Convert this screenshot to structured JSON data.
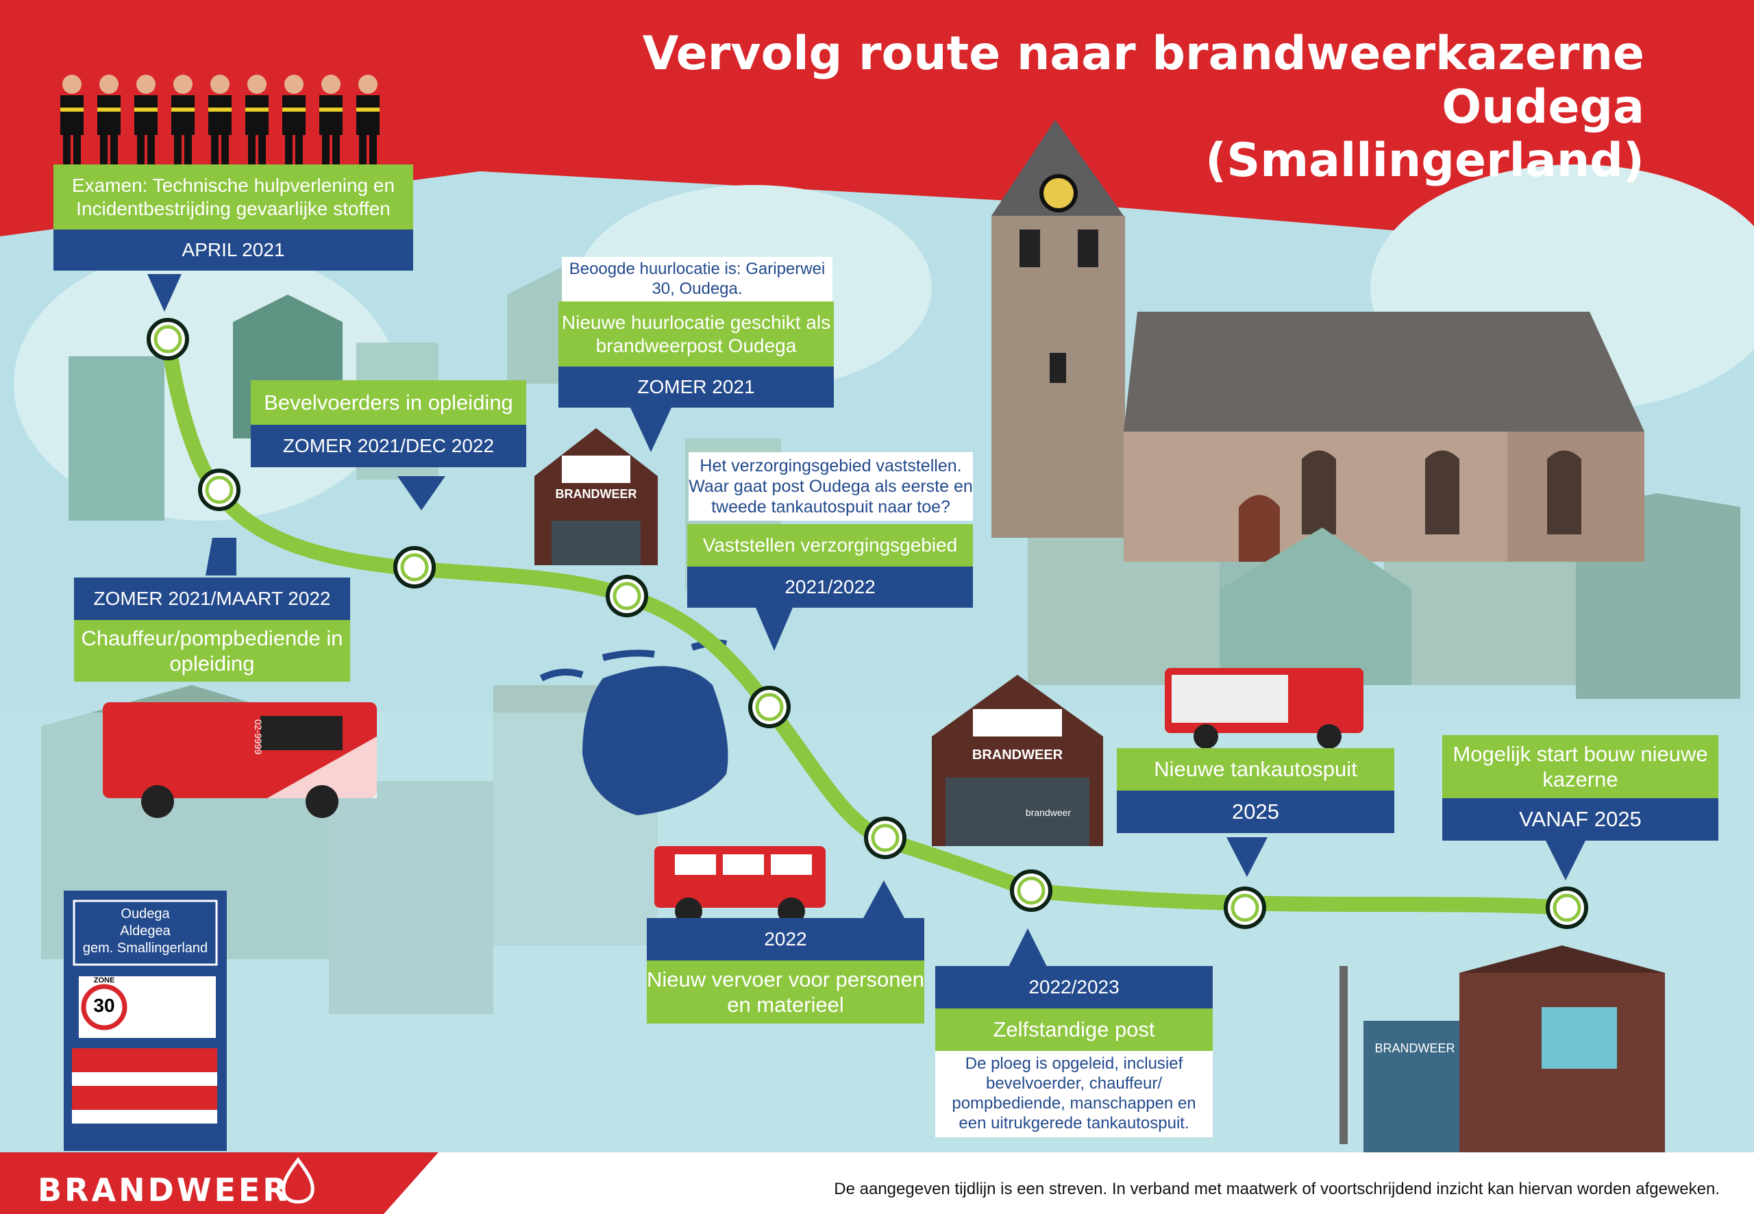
{
  "header": {
    "title_line1": "Vervolg route naar brandweerkazerne Oudega",
    "title_line2": "(Smallingerland)"
  },
  "milestones": {
    "examen": {
      "title": "Examen: Technische hulpverlening en Incidentbestrijding gevaarlijke stoffen",
      "date": "APRIL 2021"
    },
    "chauffeur": {
      "date": "ZOMER 2021/MAART 2022",
      "title": "Chauffeur/pompbediende in opleiding"
    },
    "bevelvoerders": {
      "title": "Bevelvoerders in opleiding",
      "date": "ZOMER 2021/DEC 2022"
    },
    "huurlocatie": {
      "note": "Beoogde huurlocatie is: Gariperwei 30, Oudega.",
      "title": "Nieuwe huurlocatie geschikt als brandweerpost Oudega",
      "date": "ZOMER 2021"
    },
    "verzorgingsgebied": {
      "note": "Het verzorgingsgebied vaststellen. Waar gaat post Oudega als eerste en tweede tankautospuit naar toe?",
      "title": "Vaststellen verzorgingsgebied",
      "date": "2021/2022"
    },
    "vervoer": {
      "date": "2022",
      "title": "Nieuw vervoer voor personen en materieel"
    },
    "zelfstandig": {
      "date": "2022/2023",
      "title": "Zelfstandige post",
      "note": "De ploeg is opgeleid, inclusief bevelvoerder, chauffeur/ pompbediende, manschappen en een uitrukgerede tankautospuit."
    },
    "tankautospuit": {
      "title": "Nieuwe tankautospuit",
      "date": "2025"
    },
    "kazerne": {
      "title": "Mogelijk start bouw nieuwe kazerne",
      "date": "VANAF 2025"
    }
  },
  "sign": {
    "line1": "Oudega",
    "line2": "Aldegea",
    "line3": "gem. Smallingerland",
    "zone_label": "ZONE",
    "zone_speed": "30"
  },
  "buildings": {
    "brandweer_label": "BRANDWEER",
    "truck_label": "brandweer",
    "truck_number": "02-9999"
  },
  "footer": {
    "brand": "BRANDWEER",
    "disclaimer": "De aangegeven tijdlijn is een streven. In verband met maatwerk of voortschrijdend inzicht kan hiervan worden afgeweken."
  },
  "colors": {
    "red": "#d8262b",
    "green": "#8dc63f",
    "navy": "#234a8c",
    "sky": "#b9e0e6"
  }
}
